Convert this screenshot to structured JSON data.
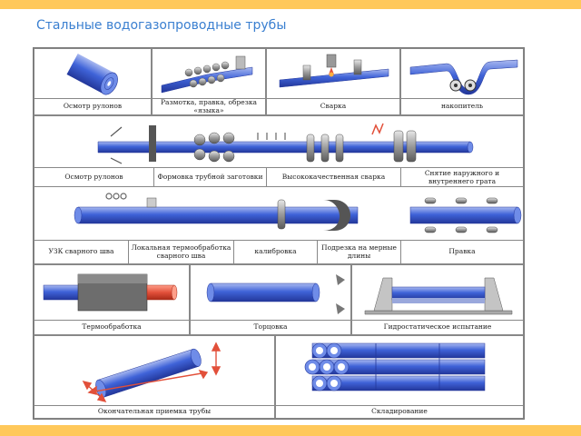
{
  "title": "Стальные водогазопроводные трубы",
  "colors": {
    "pipe": "#3f63d8",
    "pipe_light": "#a9b9f0",
    "pipe_dark": "#23379a",
    "frame": "#888888",
    "accent_bar": "#ffc85a",
    "title": "#3a7fd0",
    "heat": "#e2503a",
    "furnace": "#6d6d6d"
  },
  "stages": {
    "row1": [
      "Осмотр рулонов",
      "Размотка, правка, обрезка «языка»",
      "Сварка",
      "накопитель"
    ],
    "row2": [
      "Осмотр рулонов",
      "Формовка трубной заготовки",
      "Высококачественная сварка",
      "Снятие наружного и внутреннего грата"
    ],
    "row3": [
      "УЗК сварного шва",
      "Локальная термообработка сварного шва",
      "калибровка",
      "Подрезка на мерные длины",
      "Правка"
    ],
    "row4": [
      "Термообработка",
      "Торцовка",
      "Гидростатическое испытание"
    ],
    "row5": [
      "Окончательная приемка трубы",
      "Складирование"
    ]
  }
}
